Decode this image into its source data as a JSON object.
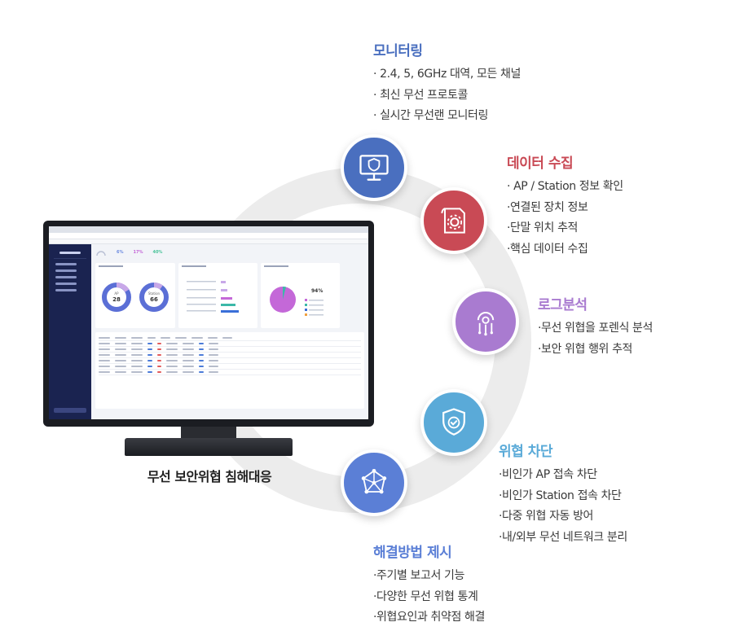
{
  "features": [
    {
      "id": "monitoring",
      "title": "모니터링",
      "color": "#4a6fbf",
      "icon": "monitor-shield-icon",
      "items": [
        "· 2.4, 5, 6GHz 대역, 모든 채널",
        "· 최신 무선 프로토콜",
        "· 실시간 무선랜 모니터링"
      ]
    },
    {
      "id": "data-collection",
      "title": "데이터 수집",
      "color": "#c94a55",
      "icon": "document-gear-icon",
      "items": [
        "· AP / Station 정보 확인",
        "·연결된 장치 정보",
        "·단말 위치 추적",
        "·핵심 데이터 수집"
      ]
    },
    {
      "id": "log-analysis",
      "title": "로그분석",
      "color": "#a97bd0",
      "icon": "circuit-gear-icon",
      "items": [
        "·무선 위협을 포렌식 분석",
        "·보안 위협 행위 추적"
      ]
    },
    {
      "id": "threat-blocking",
      "title": "위협 차단",
      "color": "#5aaad8",
      "icon": "shield-check-icon",
      "items": [
        "·비인가 AP 접속 차단",
        "·비인가 Station 접속 차단",
        "·다중 위협 자동 방어",
        "·내/외부 무선 네트워크 분리"
      ]
    },
    {
      "id": "solution",
      "title": "해결방법 제시",
      "color": "#5b7fd6",
      "icon": "network-polygon-icon",
      "items": [
        "·주기별 보고서 기능",
        "·다양한 무선 위협 통계",
        "·위협요인과 취약점 해결"
      ]
    }
  ],
  "monitor_caption": "무선 보안위협 침해대응",
  "dashboard": {
    "ap_label": "AP",
    "ap_count": "28",
    "station_label": "Station",
    "station_count": "66",
    "stat_1": "6%",
    "stat_2": "17%",
    "stat_3": "40%",
    "pie_value": "94%"
  }
}
